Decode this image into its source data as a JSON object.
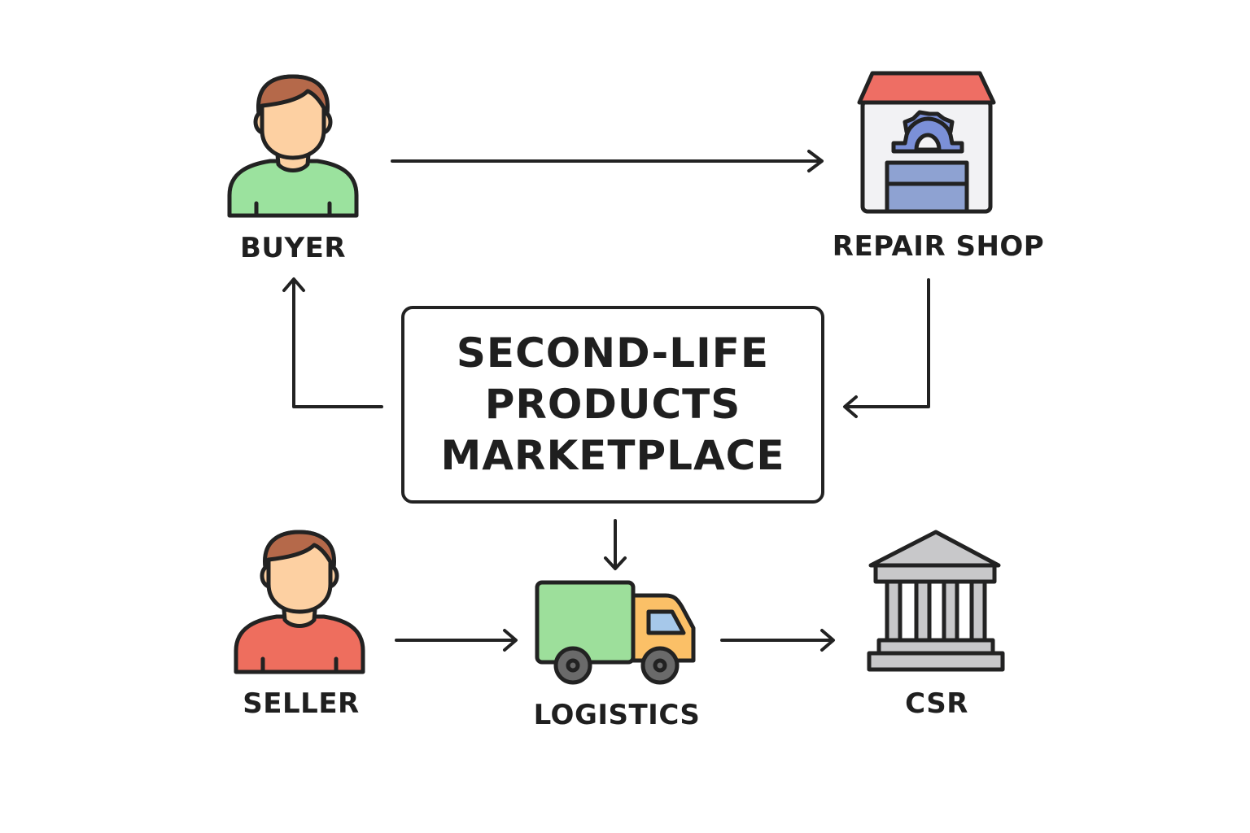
{
  "title_lines": [
    "SECOND-LIFE",
    "PRODUCTS",
    "MARKETPLACE"
  ],
  "nodes": {
    "buyer": {
      "label": "BUYER",
      "icon": "buyer-person-icon"
    },
    "repair_shop": {
      "label": "REPAIR SHOP",
      "icon": "repair-shop-icon"
    },
    "seller": {
      "label": "SELLER",
      "icon": "seller-person-icon"
    },
    "logistics": {
      "label": "LOGISTICS",
      "icon": "delivery-truck-icon"
    },
    "csr": {
      "label": "CSR",
      "icon": "institution-building-icon"
    }
  },
  "colors": {
    "outline": "#222222",
    "skin": "#fdd0a2",
    "hair": "#b5694a",
    "buyer_shirt": "#9be29e",
    "seller_shirt": "#ee6e5e",
    "shop_roof": "#ee6e64",
    "shop_gear": "#7b90d8",
    "shop_door": "#8ea2d2",
    "shop_wall": "#f2f2f4",
    "truck_cargo": "#9ddf9b",
    "truck_cab": "#fbc067",
    "truck_window": "#a6c8ea",
    "wheel": "#6a6a6a",
    "bank": "#c8c8ca"
  }
}
